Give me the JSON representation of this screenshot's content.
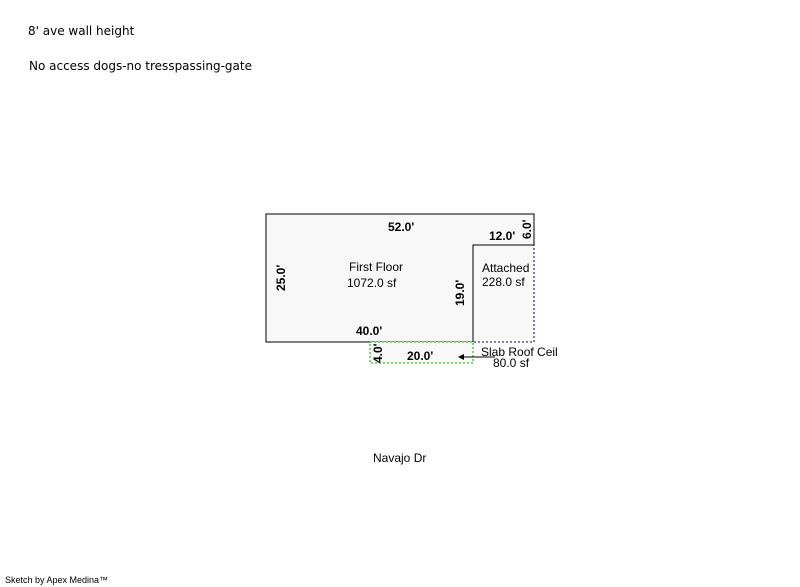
{
  "notes": {
    "wall_height": "8' ave wall height",
    "access": "No access dogs-no tresspassing-gate"
  },
  "areas": {
    "first_floor": {
      "name": "First Floor",
      "area": "1072.0 sf"
    },
    "attached": {
      "name": "Attached",
      "area": "228.0 sf"
    },
    "slab": {
      "name": "Slab Roof Ceil",
      "area": "80.0 sf"
    }
  },
  "dimensions": {
    "top": "52.0'",
    "left": "25.0'",
    "bottom": "40.0'",
    "inner_vertical": "19.0'",
    "attached_top": "12.0'",
    "attached_right": "6.0'",
    "slab_width": "20.0'",
    "slab_height": "4.0'"
  },
  "street": "Navajo Dr",
  "footer": "Sketch by Apex Medina™",
  "colors": {
    "outline": "#000000",
    "attached_outline": "#000080",
    "slab_outline": "#00aa00",
    "fill": "#f8f8f8"
  }
}
